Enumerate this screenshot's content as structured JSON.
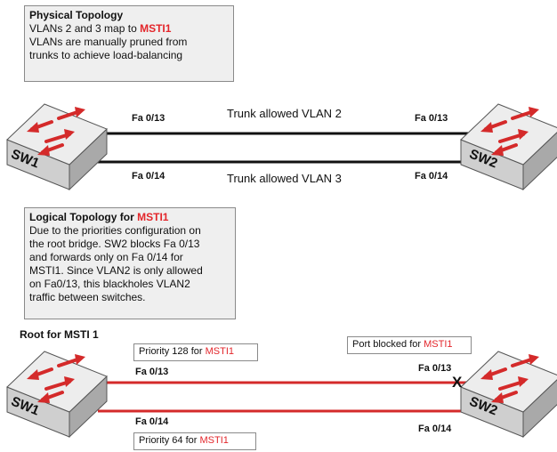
{
  "physical_box": {
    "title": "Physical Topology",
    "line1_prefix": "VLANs 2 and 3 map to ",
    "line1_msti": "MSTI1",
    "line2": "VLANs are manually pruned from",
    "line3": "trunks to achieve load-balancing"
  },
  "physical": {
    "sw1_label": "SW1",
    "sw2_label": "SW2",
    "port_sw1_top": "Fa 0/13",
    "port_sw1_bottom": "Fa 0/14",
    "port_sw2_top": "Fa 0/13",
    "port_sw2_bottom": "Fa 0/14",
    "trunk_top": "Trunk allowed VLAN 2",
    "trunk_bottom": "Trunk allowed VLAN 3"
  },
  "logical_box": {
    "title_prefix": "Logical Topology for ",
    "title_msti": "MSTI1",
    "line1": "Due to the priorities configuration on",
    "line2": "the root bridge. SW2 blocks Fa 0/13",
    "line3": "and forwards only on Fa 0/14 for",
    "line4": "MSTI1. Since VLAN2 is only allowed",
    "line5": "on Fa0/13, this blackholes VLAN2",
    "line6": "traffic between switches."
  },
  "logical": {
    "root_label": "Root for MSTI 1",
    "sw1_label": "SW1",
    "sw2_label": "SW2",
    "priority_top_prefix": "Priority 128 for ",
    "priority_top_msti": "MSTI1",
    "priority_bottom_prefix": "Priority 64 for ",
    "priority_bottom_msti": "MSTI1",
    "blocked_prefix": "Port blocked for ",
    "blocked_msti": "MSTI1",
    "port_sw1_top": "Fa 0/13",
    "port_sw1_bottom": "Fa 0/14",
    "port_sw2_top": "Fa 0/13",
    "port_sw2_bottom": "Fa 0/14",
    "blocked_mark": "X"
  },
  "colors": {
    "accent_red": "#e3262b",
    "physical_link": "#111111",
    "logical_link": "#d42a2a",
    "switch_top": "#e9e9e9",
    "switch_side": "#bdbdbd"
  },
  "icons": [
    "switch-icon",
    "blocked-port-icon"
  ]
}
